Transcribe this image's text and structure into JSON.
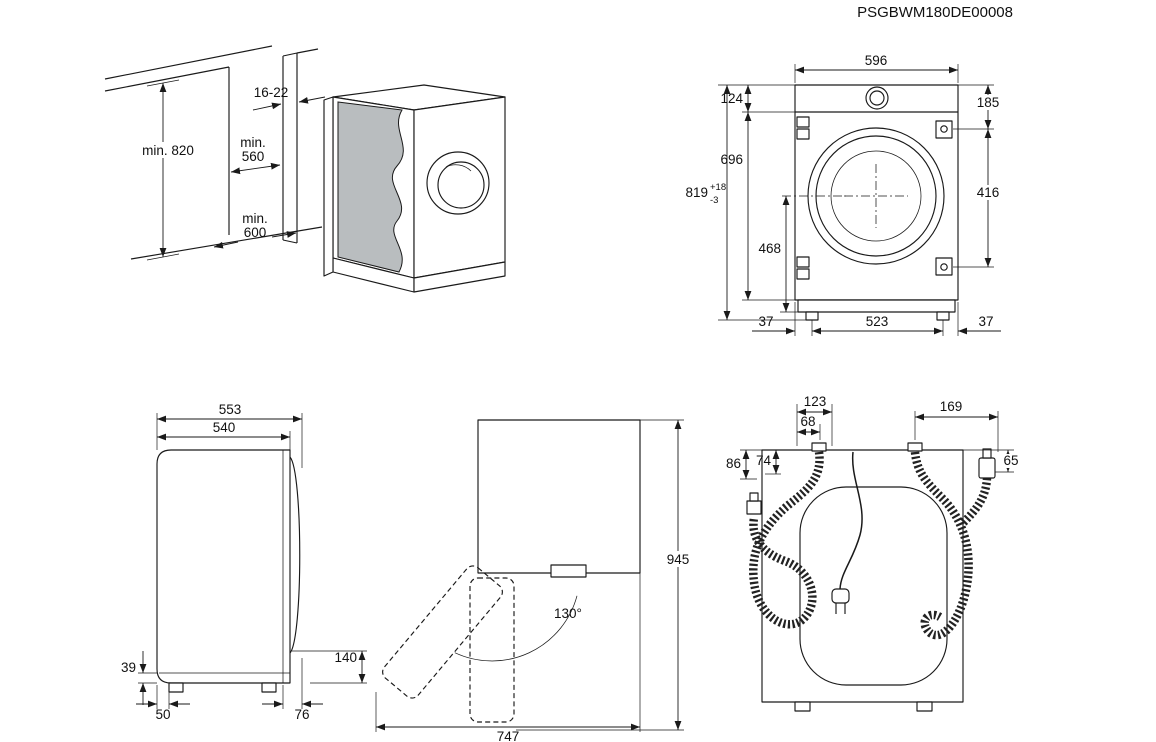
{
  "document": {
    "part_code": "PSGBWM180DE00008"
  },
  "colors": {
    "line": "#1a1a1a",
    "furniture_panel_gray": "#b9bdbf"
  },
  "views": {
    "niche": {
      "label": "installation-niche",
      "dims": {
        "min_height": "min. 820",
        "panel_thickness": "16-22",
        "min_depth_line1": "min.",
        "min_depth_line2": "560",
        "min_width_line1": "min.",
        "min_width_line2": "600"
      }
    },
    "front": {
      "label": "front-view",
      "dims": {
        "width": "596",
        "top_to_lid": "124",
        "lid_to_bottom": "696",
        "total_height": "819",
        "total_height_tol_plus": "+18",
        "total_height_tol_minus": "-3",
        "top_to_hinge": "185",
        "hinge_to_hinge": "416",
        "axis_to_floor": "468",
        "foot_inset_left": "37",
        "foot_spacing": "523",
        "foot_inset_right": "37"
      }
    },
    "side": {
      "label": "side-view",
      "dims": {
        "depth_with_door": "553",
        "depth_body": "540",
        "plinth_height": "39",
        "door_to_floor": "140",
        "rear_foot_offset": "50",
        "front_gap": "76"
      }
    },
    "door_swing": {
      "label": "door-swing-view",
      "dims": {
        "opening_angle": "130°",
        "height_with_door": "945",
        "depth_door_open": "747"
      }
    },
    "rear": {
      "label": "rear-view",
      "dims": {
        "drain_hose_offset": "123",
        "cord_offset": "68",
        "inlet_hose_offset": "169",
        "left_hose_height": "86",
        "cord_height": "74",
        "inlet_height": "65"
      }
    }
  }
}
